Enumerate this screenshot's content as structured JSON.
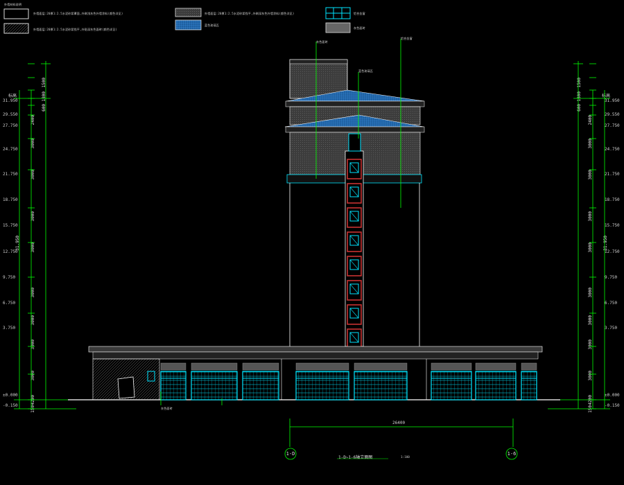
{
  "legend": {
    "title": "外墙材料说明",
    "items": [
      {
        "text": "外墙面层:20厚1:2.5水泥砂浆罩面,外刷浅灰色外墙涂料(颜色详见)"
      },
      {
        "text": "外墙面层:20厚1:2.5水泥砂浆找平,外贴深灰色面砖(颜色详见)"
      },
      {
        "text": "外墙面层:20厚1:2.5水泥砂浆找平,外刷深灰色外墙涂料(颜色详见)"
      },
      {
        "text": "蓝色琉璃瓦"
      },
      {
        "text": "铝合金窗"
      },
      {
        "text": "灰色面砖"
      }
    ]
  },
  "left_dims": {
    "header": "标高",
    "total": "31.950",
    "levels": [
      "31.950",
      "29.550",
      "27.750",
      "24.750",
      "21.750",
      "18.750",
      "15.750",
      "12.750",
      "9.750",
      "6.750",
      "3.750",
      "±0.000",
      "-0.150"
    ],
    "segments": [
      "1500",
      "1800",
      "600",
      "2400",
      "3000",
      "3000",
      "3000",
      "3000",
      "3000",
      "3000",
      "3000",
      "3000",
      "4200",
      "150"
    ]
  },
  "right_dims": {
    "header": "标高",
    "total": "31.950",
    "levels": [
      "31.950",
      "29.550",
      "27.750",
      "24.750",
      "21.750",
      "18.750",
      "15.750",
      "12.750",
      "9.750",
      "6.750",
      "3.750",
      "±0.000",
      "-0.150"
    ],
    "segments": [
      "1500",
      "1800",
      "600",
      "2400",
      "3000",
      "3000",
      "3000",
      "3000",
      "3000",
      "3000",
      "3000",
      "3000",
      "4200",
      "150"
    ]
  },
  "overall_dim": "26400",
  "grid_left": "1-D",
  "grid_right": "1-6",
  "drawing_title": "1-D~1-6轴立面图",
  "drawing_scale": "1:100",
  "leader_notes": [
    "灰色面砖",
    "蓝色琉璃瓦",
    "铝合金窗",
    "灰色面砖"
  ],
  "colors": {
    "cyan": "#00e5ff",
    "green": "#00ff00",
    "wall": "#4a4a4a",
    "red": "#c83232",
    "blue_roof": "#2a78c8",
    "white": "#ffffff"
  }
}
